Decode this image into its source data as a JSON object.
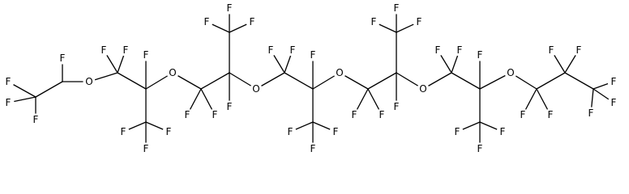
{
  "structure": {
    "atoms": [
      {
        "id": "c1",
        "element": "C",
        "label": ""
      },
      {
        "id": "f1",
        "element": "F",
        "label": "F"
      },
      {
        "id": "c2",
        "element": "C",
        "label": ""
      },
      {
        "id": "f2",
        "element": "F",
        "label": "F"
      },
      {
        "id": "f3",
        "element": "F",
        "label": "F"
      },
      {
        "id": "f4",
        "element": "F",
        "label": "F"
      },
      {
        "id": "o1",
        "element": "O",
        "label": "O"
      },
      {
        "id": "c3",
        "element": "C",
        "label": ""
      },
      {
        "id": "f5",
        "element": "F",
        "label": "F"
      },
      {
        "id": "f6",
        "element": "F",
        "label": "F"
      },
      {
        "id": "c4",
        "element": "C",
        "label": ""
      },
      {
        "id": "f7",
        "element": "F",
        "label": "F"
      },
      {
        "id": "c5",
        "element": "C",
        "label": ""
      },
      {
        "id": "f8",
        "element": "F",
        "label": "F"
      },
      {
        "id": "f9",
        "element": "F",
        "label": "F"
      },
      {
        "id": "f10",
        "element": "F",
        "label": "F"
      },
      {
        "id": "o2",
        "element": "O",
        "label": "O"
      },
      {
        "id": "c6",
        "element": "C",
        "label": ""
      },
      {
        "id": "f11",
        "element": "F",
        "label": "F"
      },
      {
        "id": "f12",
        "element": "F",
        "label": "F"
      },
      {
        "id": "c7",
        "element": "C",
        "label": ""
      },
      {
        "id": "f13",
        "element": "F",
        "label": "F"
      },
      {
        "id": "c8",
        "element": "C",
        "label": ""
      },
      {
        "id": "f14",
        "element": "F",
        "label": "F"
      },
      {
        "id": "f15",
        "element": "F",
        "label": "F"
      },
      {
        "id": "f16",
        "element": "F",
        "label": "F"
      },
      {
        "id": "o3",
        "element": "O",
        "label": "O"
      },
      {
        "id": "c9",
        "element": "C",
        "label": ""
      },
      {
        "id": "f17",
        "element": "F",
        "label": "F"
      },
      {
        "id": "f18",
        "element": "F",
        "label": "F"
      },
      {
        "id": "c10",
        "element": "C",
        "label": ""
      },
      {
        "id": "f19",
        "element": "F",
        "label": "F"
      },
      {
        "id": "c11",
        "element": "C",
        "label": ""
      },
      {
        "id": "f20",
        "element": "F",
        "label": "F"
      },
      {
        "id": "f21",
        "element": "F",
        "label": "F"
      },
      {
        "id": "f22",
        "element": "F",
        "label": "F"
      },
      {
        "id": "o4",
        "element": "O",
        "label": "O"
      },
      {
        "id": "c12",
        "element": "C",
        "label": ""
      },
      {
        "id": "f23",
        "element": "F",
        "label": "F"
      },
      {
        "id": "f24",
        "element": "F",
        "label": "F"
      },
      {
        "id": "c13",
        "element": "C",
        "label": ""
      },
      {
        "id": "f25",
        "element": "F",
        "label": "F"
      },
      {
        "id": "c14",
        "element": "C",
        "label": ""
      },
      {
        "id": "f26",
        "element": "F",
        "label": "F"
      },
      {
        "id": "f27",
        "element": "F",
        "label": "F"
      },
      {
        "id": "f28",
        "element": "F",
        "label": "F"
      },
      {
        "id": "o5",
        "element": "O",
        "label": "O"
      },
      {
        "id": "c15",
        "element": "C",
        "label": ""
      },
      {
        "id": "f29",
        "element": "F",
        "label": "F"
      },
      {
        "id": "f30",
        "element": "F",
        "label": "F"
      },
      {
        "id": "c16",
        "element": "C",
        "label": ""
      },
      {
        "id": "f31",
        "element": "F",
        "label": "F"
      },
      {
        "id": "c17",
        "element": "C",
        "label": ""
      },
      {
        "id": "f32",
        "element": "F",
        "label": "F"
      },
      {
        "id": "f33",
        "element": "F",
        "label": "F"
      },
      {
        "id": "f34",
        "element": "F",
        "label": "F"
      },
      {
        "id": "o6",
        "element": "O",
        "label": "O"
      },
      {
        "id": "c18",
        "element": "C",
        "label": ""
      },
      {
        "id": "f35",
        "element": "F",
        "label": "F"
      },
      {
        "id": "f36",
        "element": "F",
        "label": "F"
      },
      {
        "id": "c19",
        "element": "C",
        "label": ""
      },
      {
        "id": "f37",
        "element": "F",
        "label": "F"
      },
      {
        "id": "f38",
        "element": "F",
        "label": "F"
      },
      {
        "id": "c20",
        "element": "C",
        "label": ""
      },
      {
        "id": "f39",
        "element": "F",
        "label": "F"
      },
      {
        "id": "f40",
        "element": "F",
        "label": "F"
      },
      {
        "id": "f41",
        "element": "F",
        "label": "F"
      }
    ],
    "bonds": [
      [
        "c1",
        "f1"
      ],
      [
        "c1",
        "c2"
      ],
      [
        "c2",
        "f2"
      ],
      [
        "c2",
        "f3"
      ],
      [
        "c2",
        "f4"
      ],
      [
        "c1",
        "o1"
      ],
      [
        "o1",
        "c3"
      ],
      [
        "c3",
        "f5"
      ],
      [
        "c3",
        "f6"
      ],
      [
        "c3",
        "c4"
      ],
      [
        "c4",
        "f7"
      ],
      [
        "c4",
        "c5"
      ],
      [
        "c5",
        "f8"
      ],
      [
        "c5",
        "f9"
      ],
      [
        "c5",
        "f10"
      ],
      [
        "c4",
        "o2"
      ],
      [
        "o2",
        "c6"
      ],
      [
        "c6",
        "f11"
      ],
      [
        "c6",
        "f12"
      ],
      [
        "c6",
        "c7"
      ],
      [
        "c7",
        "f13"
      ],
      [
        "c7",
        "c8"
      ],
      [
        "c8",
        "f14"
      ],
      [
        "c8",
        "f15"
      ],
      [
        "c8",
        "f16"
      ],
      [
        "c7",
        "o3"
      ],
      [
        "o3",
        "c9"
      ],
      [
        "c9",
        "f17"
      ],
      [
        "c9",
        "f18"
      ],
      [
        "c9",
        "c10"
      ],
      [
        "c10",
        "f19"
      ],
      [
        "c10",
        "c11"
      ],
      [
        "c11",
        "f20"
      ],
      [
        "c11",
        "f21"
      ],
      [
        "c11",
        "f22"
      ],
      [
        "c10",
        "o4"
      ],
      [
        "o4",
        "c12"
      ],
      [
        "c12",
        "f23"
      ],
      [
        "c12",
        "f24"
      ],
      [
        "c12",
        "c13"
      ],
      [
        "c13",
        "f25"
      ],
      [
        "c13",
        "c14"
      ],
      [
        "c14",
        "f26"
      ],
      [
        "c14",
        "f27"
      ],
      [
        "c14",
        "f28"
      ],
      [
        "c13",
        "o5"
      ],
      [
        "o5",
        "c15"
      ],
      [
        "c15",
        "f29"
      ],
      [
        "c15",
        "f30"
      ],
      [
        "c15",
        "c16"
      ],
      [
        "c16",
        "f31"
      ],
      [
        "c16",
        "c17"
      ],
      [
        "c17",
        "f32"
      ],
      [
        "c17",
        "f33"
      ],
      [
        "c17",
        "f34"
      ],
      [
        "c16",
        "o6"
      ],
      [
        "o6",
        "c18"
      ],
      [
        "c18",
        "f35"
      ],
      [
        "c18",
        "f36"
      ],
      [
        "c18",
        "c19"
      ],
      [
        "c19",
        "f37"
      ],
      [
        "c19",
        "f38"
      ],
      [
        "c19",
        "c20"
      ],
      [
        "c20",
        "f39"
      ],
      [
        "c20",
        "f40"
      ],
      [
        "c20",
        "f41"
      ]
    ]
  }
}
